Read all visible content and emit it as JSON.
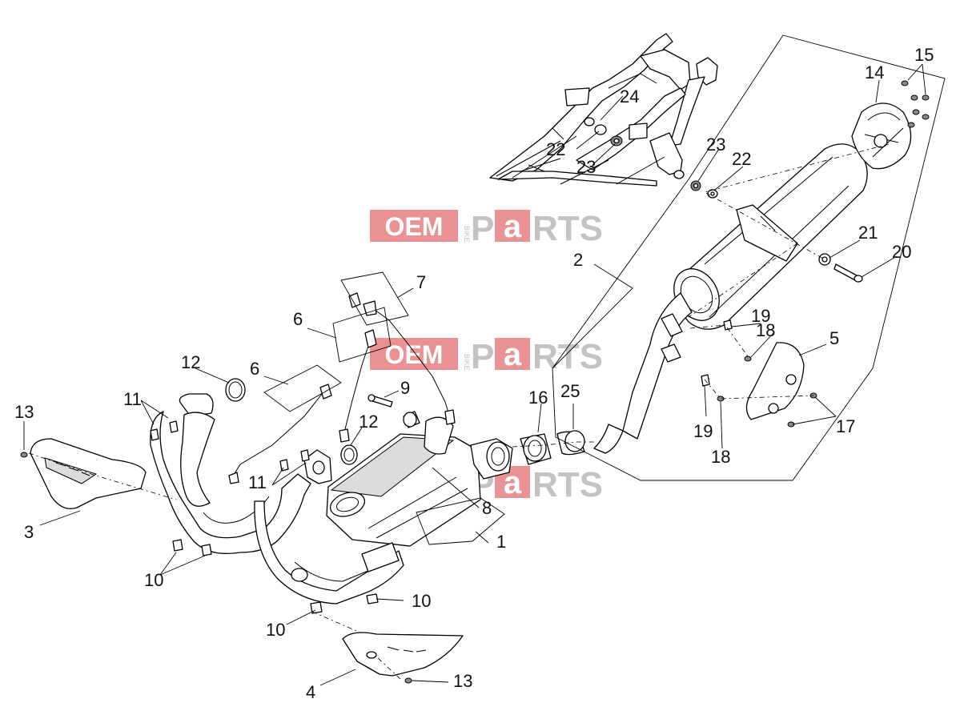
{
  "watermark": {
    "oem": "OEM",
    "bike": "BIKE",
    "parts_a": "P",
    "parts_b": "a",
    "parts_c": "RTS"
  },
  "callouts": {
    "c1": "1",
    "c2": "2",
    "c3": "3",
    "c4": "4",
    "c5": "5",
    "c6a": "6",
    "c6b": "6",
    "c7": "7",
    "c8": "8",
    "c9": "9",
    "c10a": "10",
    "c10b": "10",
    "c10c": "10",
    "c11a": "11",
    "c11b": "11",
    "c12a": "12",
    "c12b": "12",
    "c13a": "13",
    "c13b": "13",
    "c14": "14",
    "c15": "15",
    "c16": "16",
    "c17": "17",
    "c18a": "18",
    "c18b": "18",
    "c19a": "19",
    "c19b": "19",
    "c20": "20",
    "c21": "21",
    "c22a": "22",
    "c22b": "22",
    "c23a": "23",
    "c23b": "23",
    "c24": "24",
    "c25": "25"
  },
  "colors": {
    "watermark_red": "#e89294",
    "watermark_gray": "#c3c3c3",
    "line": "#000000"
  }
}
